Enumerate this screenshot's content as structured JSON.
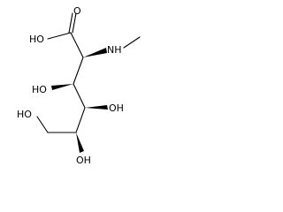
{
  "molecule": {
    "atoms": {
      "acid_oh": "HO",
      "carbonyl_o": "O",
      "nh": "NH",
      "c3_oh": "HO",
      "c4_oh": "OH",
      "c6_oh": "HO",
      "c5_oh": "OH"
    }
  }
}
